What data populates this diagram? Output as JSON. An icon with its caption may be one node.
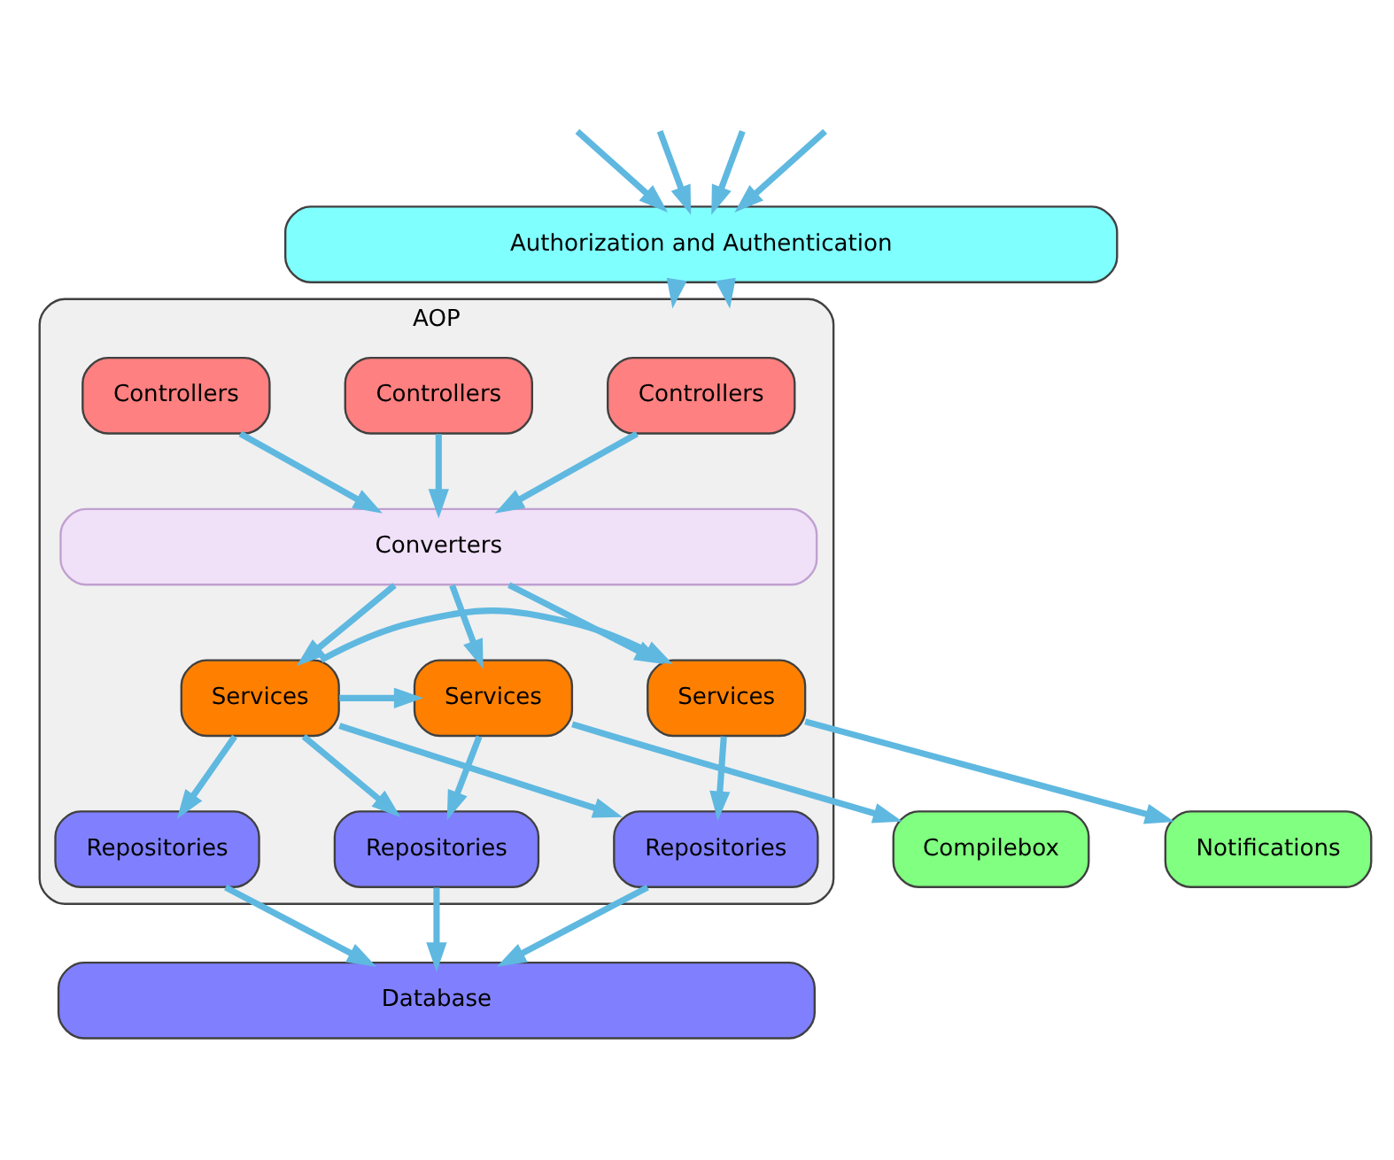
{
  "diagram": {
    "nodes": [
      {
        "text": [
          "Authorization and Authentication"
        ]
      },
      {
        "text": [
          "AOP"
        ]
      },
      {
        "text": [
          "Controllers"
        ],
        "in": 1
      },
      {
        "text": [
          "Controllers"
        ],
        "in": 1
      },
      {
        "text": [
          "Controllers"
        ],
        "in": 1
      },
      {
        "text": [
          "Converters"
        ],
        "in": 1
      },
      {
        "text": [
          "Services"
        ],
        "in": 1
      },
      {
        "text": [
          "Services"
        ],
        "in": 1
      },
      {
        "text": [
          "Services"
        ],
        "in": 1
      },
      {
        "text": [
          "Repositories"
        ],
        "in": 1
      },
      {
        "text": [
          "Repositories"
        ],
        "in": 1
      },
      {
        "text": [
          "Repositories"
        ],
        "in": 1
      },
      {
        "text": [
          "Compilebox"
        ]
      },
      {
        "text": [
          "Notifications"
        ]
      },
      {
        "text": [
          "Database"
        ]
      }
    ],
    "edges": [
      {
        "from": null,
        "to": 0,
        "arrow": "to"
      },
      {
        "from": null,
        "to": 0,
        "arrow": "to"
      },
      {
        "from": null,
        "to": 0,
        "arrow": "to"
      },
      {
        "from": null,
        "to": 0,
        "arrow": "to"
      },
      {
        "from": 0,
        "to": 1,
        "arrow": "to"
      },
      {
        "from": 0,
        "to": 1,
        "arrow": "to"
      },
      {
        "from": 2,
        "to": 5,
        "arrow": "to"
      },
      {
        "from": 3,
        "to": 5,
        "arrow": "to"
      },
      {
        "from": 4,
        "to": 5,
        "arrow": "to"
      },
      {
        "from": 5,
        "to": 6,
        "arrow": "to"
      },
      {
        "from": 5,
        "to": 7,
        "arrow": "to"
      },
      {
        "from": 5,
        "to": 8,
        "arrow": "to"
      },
      {
        "from": 6,
        "to": 12,
        "arrow": "to"
      },
      {
        "from": 7,
        "to": 6,
        "arrow": "to"
      },
      {
        "from": 7,
        "to": 8,
        "arrow": "to"
      },
      {
        "from": 8,
        "to": 13,
        "arrow": "to"
      },
      {
        "from": 7,
        "to": 9,
        "arrow": "to"
      },
      {
        "from": 7,
        "to": 11,
        "arrow": "to"
      },
      {
        "from": 6,
        "to": 9,
        "arrow": "to"
      },
      {
        "from": 7,
        "to": 10,
        "arrow": "to"
      },
      {
        "from": 8,
        "to": 11,
        "arrow": "to"
      },
      {
        "from": 9,
        "to": 14,
        "arrow": "to"
      },
      {
        "from": 10,
        "to": 14,
        "arrow": "to"
      },
      {
        "from": 11,
        "to": 14,
        "arrow": "to"
      }
    ]
  }
}
